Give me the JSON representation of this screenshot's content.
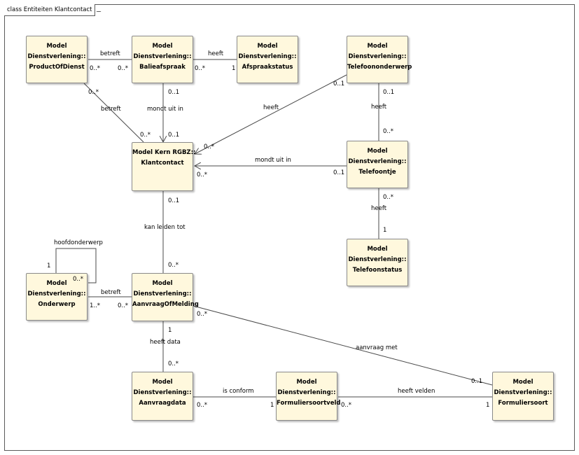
{
  "diagram_title": "class Entiteiten Klantcontact",
  "classes": {
    "productofdienst": {
      "line1": "Model",
      "line2": "Dienstverlening::",
      "line3": "ProductOfDienst"
    },
    "balieafspraak": {
      "line1": "Model",
      "line2": "Dienstverlening::",
      "line3": "Balieafspraak"
    },
    "afspraakstatus": {
      "line1": "Model",
      "line2": "Dienstverlening::",
      "line3": "Afspraakstatus"
    },
    "telefoononderwerp": {
      "line1": "Model",
      "line2": "Dienstverlening::",
      "line3": "Telefoononderwerp"
    },
    "klantcontact": {
      "line1": "Model Kern RGBZ::",
      "line2": "Klantcontact"
    },
    "telefoontje": {
      "line1": "Model",
      "line2": "Dienstverlening::",
      "line3": "Telefoontje"
    },
    "telefoonstatus": {
      "line1": "Model",
      "line2": "Dienstverlening::",
      "line3": "Telefoonstatus"
    },
    "onderwerp": {
      "line1": "Model",
      "line2": "Dienstverlening::",
      "line3": "Onderwerp"
    },
    "aanvraagofmelding": {
      "line1": "Model",
      "line2": "Dienstverlening::",
      "line3": "AanvraagOfMelding"
    },
    "aanvraagdata": {
      "line1": "Model",
      "line2": "Dienstverlening::",
      "line3": "Aanvraagdata"
    },
    "formuliersoortveld": {
      "line1": "Model",
      "line2": "Dienstverlening::",
      "line3": "Formuliersoortveld"
    },
    "formuliersoort": {
      "line1": "Model",
      "line2": "Dienstverlening::",
      "line3": "Formuliersoort"
    }
  },
  "associations": {
    "product_balie": {
      "name": "betreft",
      "m1": "0..*",
      "m2": "0..*"
    },
    "balie_status": {
      "name": "heeft",
      "m1": "0..*",
      "m2": "1"
    },
    "product_klantcontact": {
      "name": "betreft",
      "m1": "0..*",
      "m2": "0..*"
    },
    "balie_klantcontact": {
      "name": "mondt uit in",
      "m1": "0..1",
      "m2": "0..1"
    },
    "telonderwerp_klantcontact": {
      "name": "heeft",
      "m1": "0..1",
      "m2": "0..*"
    },
    "telonderwerp_telefoontje": {
      "name": "heeft",
      "m1": "0..1",
      "m2": "0..*"
    },
    "telefoontje_klantcontact": {
      "name": "mondt uit in",
      "m1": "0..1",
      "m2": "0..*"
    },
    "telefoontje_status": {
      "name": "heeft",
      "m1": "0..*",
      "m2": "1"
    },
    "klantcontact_aanvraag": {
      "name": "kan leiden tot",
      "m1": "0..1",
      "m2": "0..*"
    },
    "onderwerp_self": {
      "name": "hoofdonderwerp",
      "m1": "1",
      "m2": "0..*"
    },
    "onderwerp_aanvraag": {
      "name": "betreft",
      "m1": "1..*",
      "m2": "0..*"
    },
    "aanvraag_data": {
      "name": "heeft data",
      "m1": "1",
      "m2": "0..*"
    },
    "aanvraag_formuliersoort": {
      "name": "aanvraag met",
      "m1": "0..*",
      "m2": "0..1"
    },
    "data_veld": {
      "name": "is conform",
      "m1": "0..*",
      "m2": "1"
    },
    "veld_soort": {
      "name": "heeft velden",
      "m1": "0..*",
      "m2": "1"
    }
  }
}
